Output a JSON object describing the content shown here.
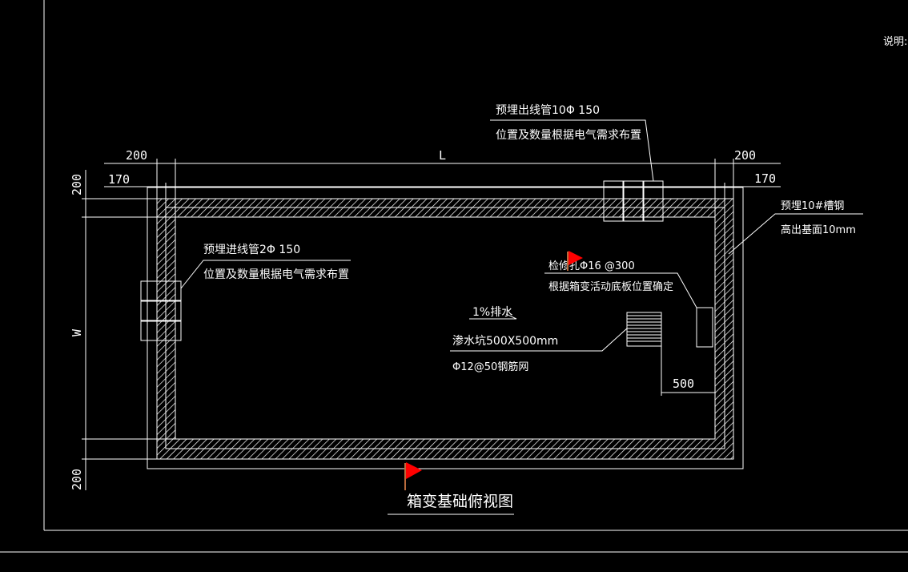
{
  "title": "箱变基础俯视图",
  "notes_label": "说明:",
  "dimensions": {
    "left_outer": "200",
    "right_outer": "200",
    "length": "L",
    "left_inner": "170",
    "right_inner": "170",
    "top_vertical": "200",
    "width": "W",
    "bottom_vertical": "200",
    "sump_offset": "500"
  },
  "annotations": {
    "outgoing_pipe_line1": "预埋出线管10Φ 150",
    "outgoing_pipe_line2": "位置及数量根据电气需求布置",
    "channel_steel_line1": "预埋10#槽钢",
    "channel_steel_line2": "高出基面10mm",
    "incoming_pipe_line1": "预埋进线管2Φ 150",
    "incoming_pipe_line2": "位置及数量根据电气需求布置",
    "access_line1": "检修孔Φ16 @300",
    "access_line2": "根据箱变活动底板位置确定",
    "drainage": "1%排水",
    "sump_line1": "渗水坑500X500mm",
    "sump_line2": "Φ12@50钢筋网"
  },
  "colors": {
    "background": "#000000",
    "lines": "#ffffff",
    "flag": "#ff0000"
  }
}
